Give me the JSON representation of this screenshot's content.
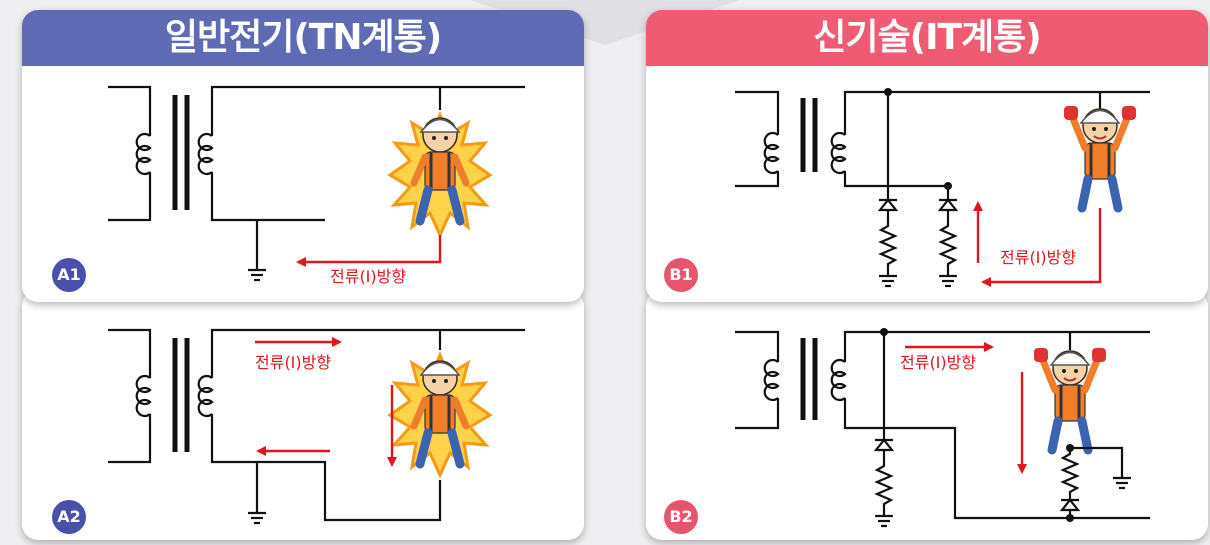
{
  "tn": {
    "title": "일반전기(TN계통)",
    "color": "#5e6ab4"
  },
  "it": {
    "title": "신기술(IT계통)",
    "color": "#ef5b72"
  },
  "badges": {
    "a1": "A1",
    "a2": "A2",
    "b1": "B1",
    "b2": "B2"
  },
  "current_label": "전류(I)방향",
  "colors": {
    "arrow": "#e4141d",
    "wire": "#111111",
    "badge_a": "#4a4fae",
    "badge_b": "#e8546b"
  }
}
